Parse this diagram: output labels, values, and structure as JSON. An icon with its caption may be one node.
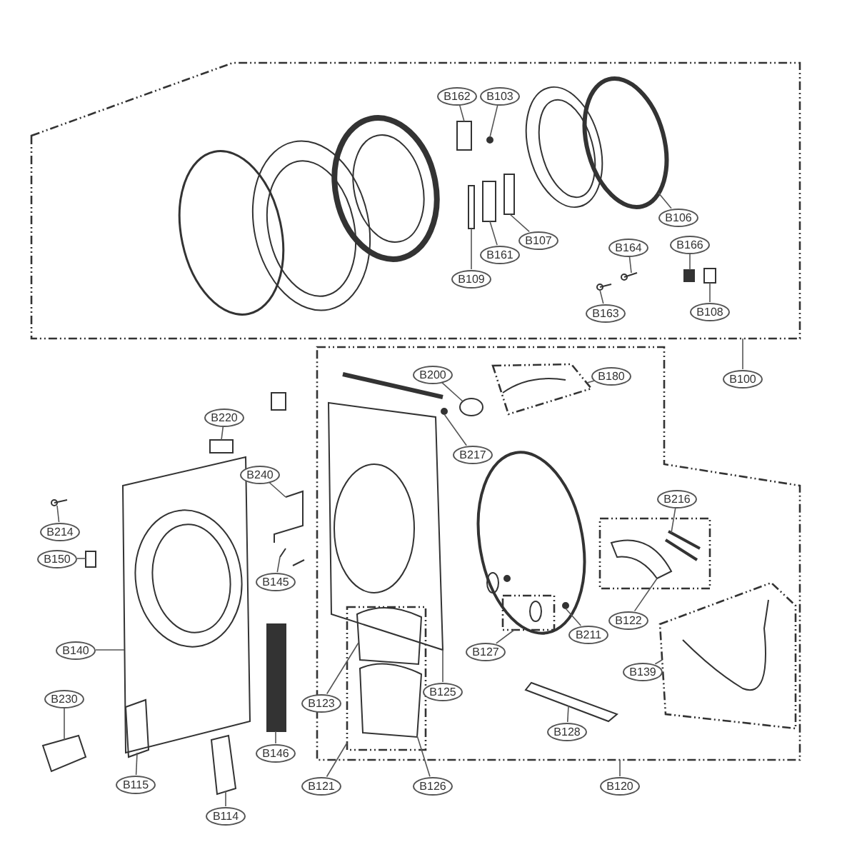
{
  "diagram": {
    "nodes": [
      {
        "text": [
          "B162"
        ]
      },
      {
        "text": [
          "B103"
        ]
      },
      {
        "text": [
          "B106"
        ]
      },
      {
        "text": [
          "B107"
        ]
      },
      {
        "text": [
          "B164"
        ]
      },
      {
        "text": [
          "B166"
        ]
      },
      {
        "text": [
          "B161"
        ]
      },
      {
        "text": [
          "B109"
        ]
      },
      {
        "text": [
          "B108"
        ]
      },
      {
        "text": [
          "B163"
        ]
      },
      {
        "text": [
          "B200"
        ]
      },
      {
        "text": [
          "B180"
        ]
      },
      {
        "text": [
          "B100"
        ]
      },
      {
        "text": [
          "B220"
        ]
      },
      {
        "text": [
          "B217"
        ]
      },
      {
        "text": [
          "B240"
        ]
      },
      {
        "text": [
          "B216"
        ]
      },
      {
        "text": [
          "B214"
        ]
      },
      {
        "text": [
          "B150"
        ]
      },
      {
        "text": [
          "B145"
        ]
      },
      {
        "text": [
          "B122"
        ]
      },
      {
        "text": [
          "B211"
        ]
      },
      {
        "text": [
          "B140"
        ]
      },
      {
        "text": [
          "B127"
        ]
      },
      {
        "text": [
          "B139"
        ]
      },
      {
        "text": [
          "B125"
        ]
      },
      {
        "text": [
          "B230"
        ]
      },
      {
        "text": [
          "B123"
        ]
      },
      {
        "text": [
          "B128"
        ]
      },
      {
        "text": [
          "B146"
        ]
      },
      {
        "text": [
          "B115"
        ]
      },
      {
        "text": [
          "B121"
        ]
      },
      {
        "text": [
          "B126"
        ]
      },
      {
        "text": [
          "B120"
        ]
      },
      {
        "text": [
          "B114"
        ]
      },
      {
        "text": [],
        "shape": "box"
      },
      {
        "text": [],
        "shape": "circle"
      },
      {
        "text": [],
        "shape": "circle"
      },
      {
        "text": [],
        "shape": "box"
      },
      {
        "text": [],
        "shape": "picture"
      },
      {
        "text": [],
        "shape": "box"
      },
      {
        "text": [],
        "shape": "box"
      },
      {
        "text": [],
        "shape": "box"
      },
      {
        "text": [],
        "shape": "box"
      },
      {
        "text": [],
        "shape": "picture"
      },
      {
        "text": [],
        "shape": "circle"
      },
      {
        "text": [],
        "shape": "box"
      },
      {
        "text": [],
        "shape": "circle"
      },
      {
        "text": [],
        "shape": "picture"
      },
      {
        "text": [],
        "shape": "picture"
      },
      {
        "text": [],
        "shape": "picture"
      },
      {
        "text": [],
        "shape": "box"
      },
      {
        "text": [],
        "shape": "picture"
      },
      {
        "text": [],
        "shape": "picture"
      },
      {
        "text": [],
        "shape": "circle"
      },
      {
        "text": [],
        "shape": "picture"
      },
      {
        "text": [],
        "shape": "picture"
      },
      {
        "text": [],
        "shape": "picture"
      },
      {
        "text": [],
        "shape": "picture"
      },
      {
        "text": [],
        "shape": "picture"
      },
      {
        "text": [],
        "shape": "box"
      },
      {
        "text": [],
        "shape": "picture"
      },
      {
        "text": [],
        "shape": "picture"
      },
      {
        "text": [],
        "shape": "picture"
      }
    ],
    "edges": [
      {
        "from": 0,
        "to": 35,
        "arrow": "none"
      },
      {
        "from": 1,
        "to": 36,
        "arrow": "none"
      },
      {
        "from": 2,
        "to": 37,
        "arrow": "none"
      },
      {
        "from": 3,
        "to": 38,
        "arrow": "none"
      },
      {
        "from": 4,
        "to": 39,
        "arrow": "none"
      },
      {
        "from": 5,
        "to": 40,
        "arrow": "none"
      },
      {
        "from": 6,
        "to": 41,
        "arrow": "none"
      },
      {
        "from": 7,
        "to": 42,
        "arrow": "none"
      },
      {
        "from": 8,
        "to": 43,
        "arrow": "none"
      },
      {
        "from": 9,
        "to": 44,
        "arrow": "none"
      },
      {
        "from": 10,
        "to": 45,
        "arrow": "none"
      },
      {
        "from": 11,
        "to": null,
        "arrow": "none"
      },
      {
        "from": 12,
        "to": null,
        "arrow": "none"
      },
      {
        "from": 13,
        "to": 46,
        "arrow": "none"
      },
      {
        "from": 14,
        "to": 47,
        "arrow": "none"
      },
      {
        "from": 15,
        "to": 48,
        "arrow": "none"
      },
      {
        "from": 16,
        "to": 49,
        "arrow": "none"
      },
      {
        "from": 17,
        "to": 50,
        "arrow": "none"
      },
      {
        "from": 18,
        "to": 51,
        "arrow": "none"
      },
      {
        "from": 19,
        "to": 52,
        "arrow": "none"
      },
      {
        "from": 20,
        "to": 53,
        "arrow": "none"
      },
      {
        "from": 21,
        "to": 54,
        "arrow": "none"
      },
      {
        "from": 22,
        "to": 55,
        "arrow": "none"
      },
      {
        "from": 23,
        "to": null,
        "arrow": "none"
      },
      {
        "from": 24,
        "to": null,
        "arrow": "none"
      },
      {
        "from": 25,
        "to": 56,
        "arrow": "none"
      },
      {
        "from": 26,
        "to": 57,
        "arrow": "none"
      },
      {
        "from": 27,
        "to": 58,
        "arrow": "none"
      },
      {
        "from": 28,
        "to": 59,
        "arrow": "none"
      },
      {
        "from": 29,
        "to": 60,
        "arrow": "none"
      },
      {
        "from": 30,
        "to": 61,
        "arrow": "none"
      },
      {
        "from": 31,
        "to": null,
        "arrow": "none"
      },
      {
        "from": 32,
        "to": 62,
        "arrow": "none"
      },
      {
        "from": 33,
        "to": null,
        "arrow": "none"
      },
      {
        "from": 34,
        "to": 63,
        "arrow": "none"
      }
    ]
  }
}
